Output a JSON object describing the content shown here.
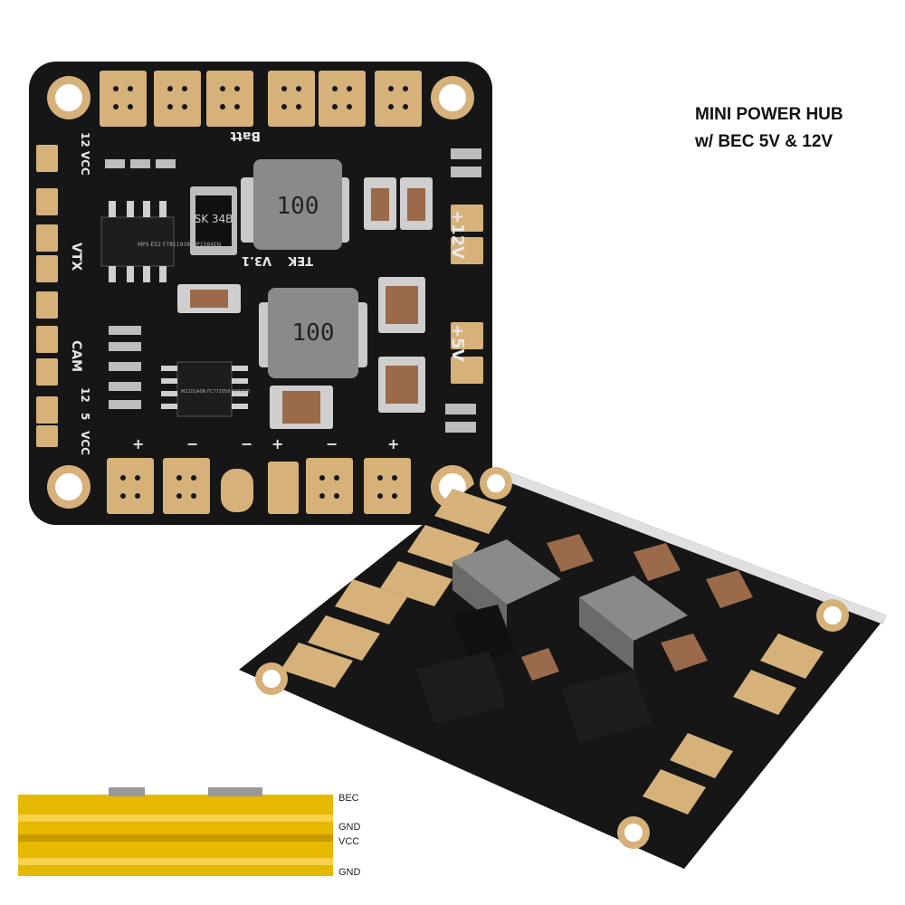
{
  "heading": {
    "line1": "MINI POWER HUB",
    "line2": "w/ BEC 5V & 12V"
  },
  "board": {
    "silk_batt": "Batt",
    "silk_12v": "+12V",
    "silk_5v": "+5V",
    "silk_vtx": "VTX",
    "silk_cam": "CAM",
    "silk_12vcc": "12 VCC",
    "silk_12": "12",
    "silk_5": "5",
    "silk_vcc": "VCC",
    "silk_plus": "+",
    "silk_minus": "−",
    "inductor_value": "100",
    "diode_label": "SK 34B",
    "version": "V3.1",
    "brand": "TEK",
    "ic1_text": "MPS E52 F7811938 MP1584EN",
    "ic2_text": "M2101A0N FC772058 MPS608",
    "pcb_color": "#161616",
    "pad_color": "#d6b27a"
  },
  "profile": {
    "bec": "BEC",
    "gnd1": "GND",
    "vcc": "VCC",
    "gnd2": "GND",
    "layer_color": "#e6b800"
  }
}
